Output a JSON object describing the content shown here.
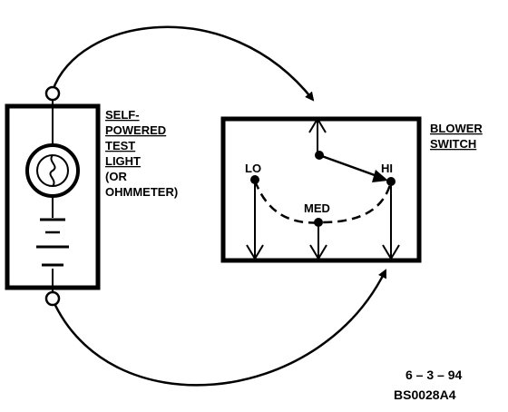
{
  "test_light_label": [
    "SELF-",
    "POWERED",
    "TEST",
    "LIGHT",
    "(OR",
    "OHMMETER)"
  ],
  "blower_switch_label": [
    "BLOWER",
    "SWITCH"
  ],
  "switch_positions": {
    "lo": "LO",
    "med": "MED",
    "hi": "HI"
  },
  "figure_code": {
    "date": "6 – 3 – 94",
    "id": "BS0028A4"
  },
  "colors": {
    "ink": "#000000",
    "paper": "#ffffff"
  }
}
